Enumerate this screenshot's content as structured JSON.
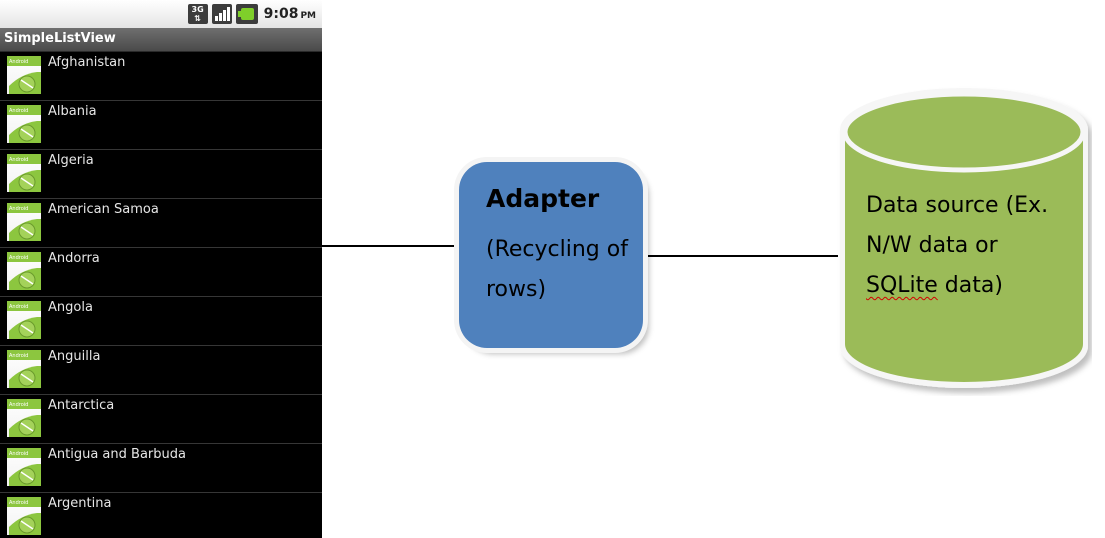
{
  "phone": {
    "status_bar": {
      "network_label": "3G",
      "clock_time": "9:08",
      "clock_ampm": "PM"
    },
    "app_title": "SimpleListView",
    "list_items": [
      "Afghanistan",
      "Albania",
      "Algeria",
      "American Samoa",
      "Andorra",
      "Angola",
      "Anguilla",
      "Antarctica",
      "Antigua and Barbuda",
      "Argentina"
    ],
    "row_icon": {
      "label": "Android",
      "semantic": "android-robot-icon"
    }
  },
  "adapter": {
    "title": "Adapter",
    "subtitle": "(Recycling of rows)",
    "color": "#4f81bd"
  },
  "data_source": {
    "line1": "Data source (Ex.",
    "line2": "N/W data or",
    "line3_word": "SQLite",
    "line3_rest": " data)",
    "color": "#9bbb59"
  },
  "colors": {
    "phone_background": "#000000",
    "title_bar": "#5a5a5a",
    "connector": "#000000",
    "android_green": "#8cc63f"
  }
}
